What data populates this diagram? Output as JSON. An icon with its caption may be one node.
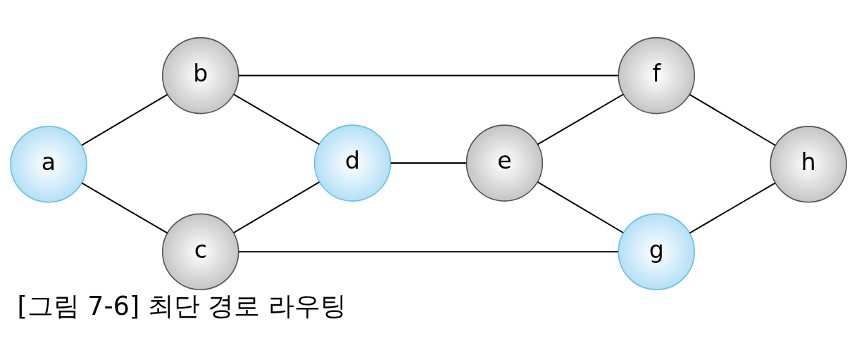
{
  "diagram": {
    "caption": "[그림 7-6] 최단 경로 라우팅",
    "nodes": [
      {
        "text": [
          "a"
        ]
      },
      {
        "text": [
          "b"
        ]
      },
      {
        "text": [
          "c"
        ]
      },
      {
        "text": [
          "d"
        ]
      },
      {
        "text": [
          "e"
        ]
      },
      {
        "text": [
          "f"
        ]
      },
      {
        "text": [
          "g"
        ]
      },
      {
        "text": [
          "h"
        ]
      }
    ],
    "edges": [
      {
        "from": 0,
        "to": 1,
        "arrow": "none"
      },
      {
        "from": 0,
        "to": 2,
        "arrow": "none"
      },
      {
        "from": 1,
        "to": 3,
        "arrow": "none"
      },
      {
        "from": 2,
        "to": 3,
        "arrow": "none"
      },
      {
        "from": 1,
        "to": 5,
        "arrow": "none"
      },
      {
        "from": 3,
        "to": 4,
        "arrow": "none"
      },
      {
        "from": 2,
        "to": 6,
        "arrow": "none"
      },
      {
        "from": 5,
        "to": 4,
        "arrow": "none"
      },
      {
        "from": 5,
        "to": 7,
        "arrow": "none"
      },
      {
        "from": 4,
        "to": 6,
        "arrow": "none"
      },
      {
        "from": 7,
        "to": 6,
        "arrow": "none"
      }
    ]
  }
}
